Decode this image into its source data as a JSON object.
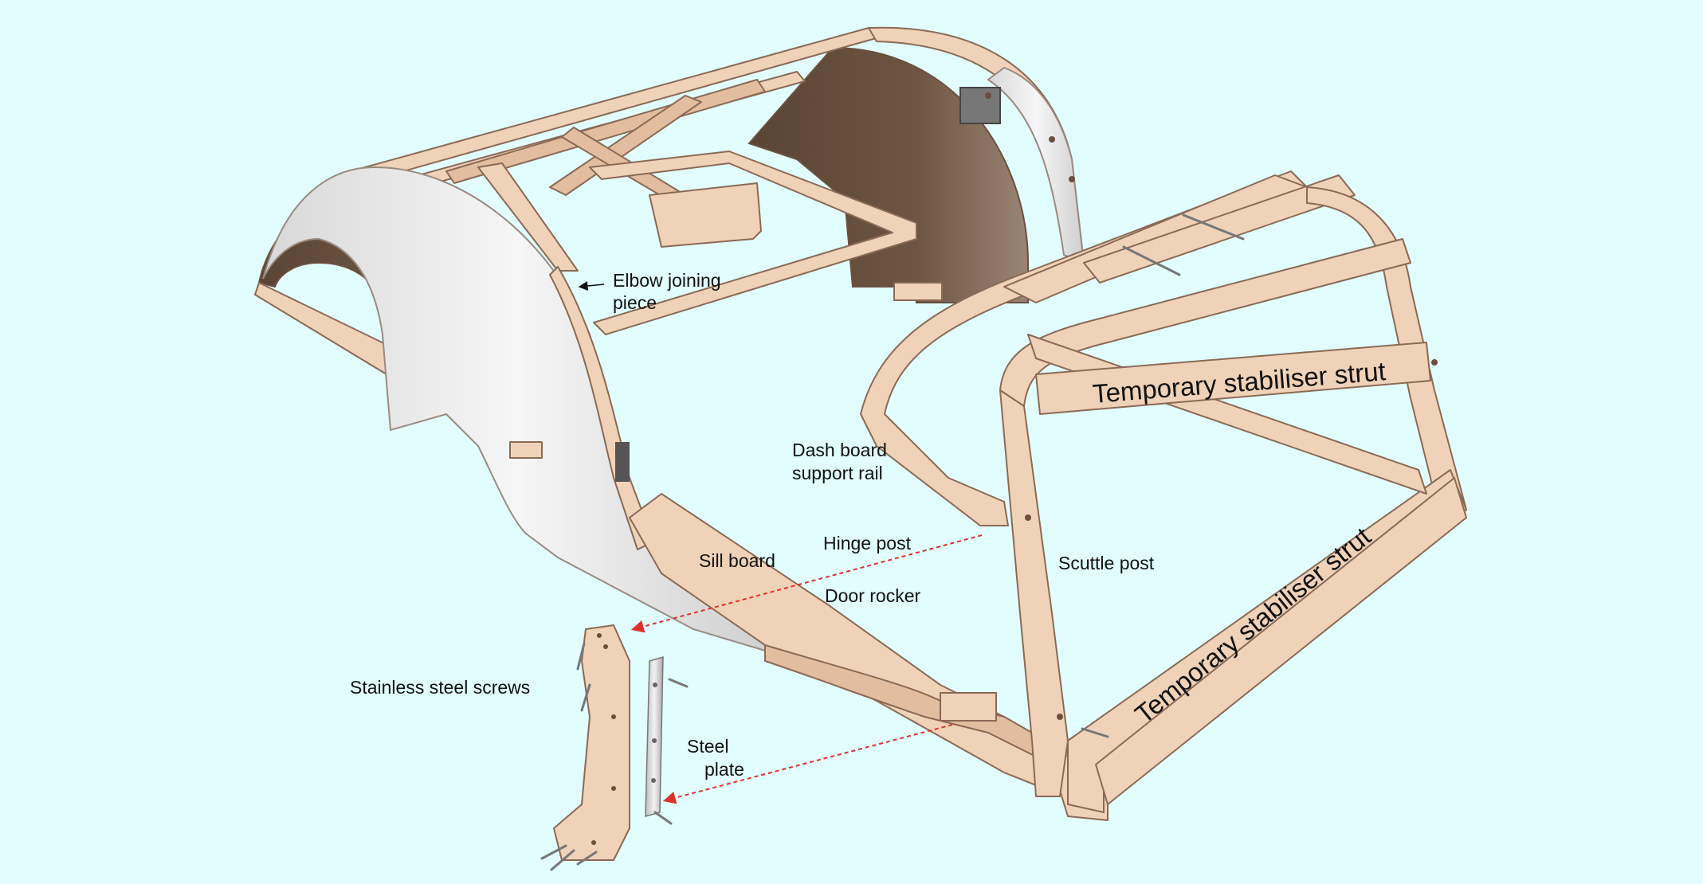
{
  "labels": {
    "elbow_line1": "Elbow joining",
    "elbow_line2": "piece",
    "dash_line1": "Dash board",
    "dash_line2": "support rail",
    "hinge_post": "Hinge post",
    "sill_board": "Sill board",
    "door_rocker": "Door rocker",
    "scuttle_post": "Scuttle post",
    "stainless_screws": "Stainless steel screws",
    "steel_line1": "Steel",
    "steel_line2": "plate",
    "strut_top": "Temporary stabiliser strut",
    "strut_front": "Temporary stabiliser strut"
  },
  "colors": {
    "background": "#e1fdfd",
    "wood": "#f0d2b8",
    "panel_brown": "#5f4a3a",
    "panel_white": "#f4f4f4",
    "arrow_red": "#e0302a"
  }
}
